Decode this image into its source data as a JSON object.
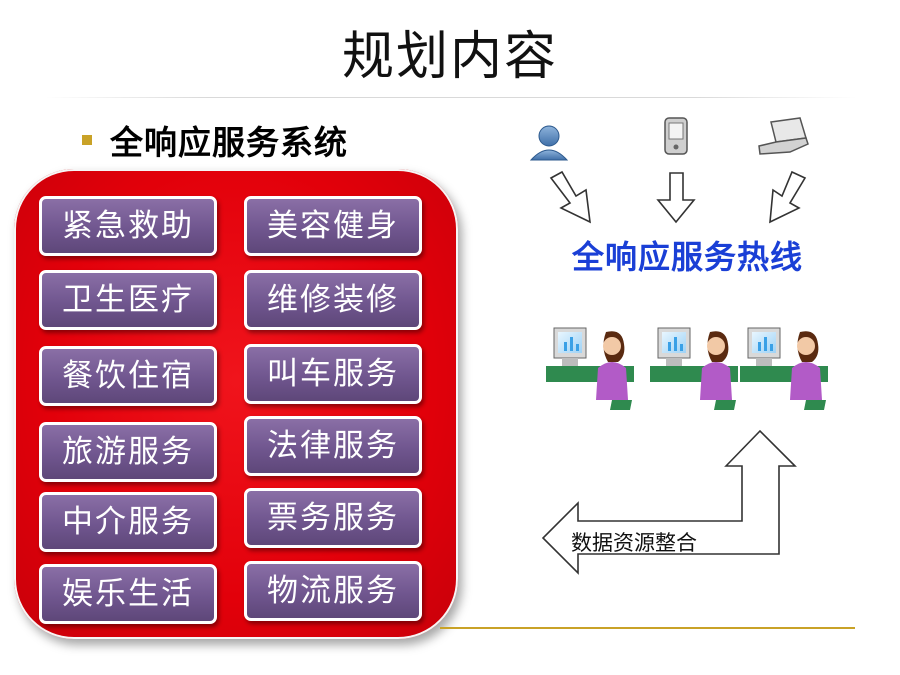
{
  "title": "规划内容",
  "subtitle": "全响应服务系统",
  "services": [
    [
      "紧急救助",
      "美容健身"
    ],
    [
      "卫生医疗",
      "维修装修"
    ],
    [
      "餐饮住宿",
      "叫车服务"
    ],
    [
      "旅游服务",
      "法律服务"
    ],
    [
      "中介服务",
      "票务服务"
    ],
    [
      "娱乐生活",
      "物流服务"
    ]
  ],
  "hotline": "全响应服务热线",
  "data_integration": "数据资源整合",
  "icons": [
    "user-icon",
    "pda-icon",
    "laptop-icon",
    "operator-icon",
    "operator-icon",
    "operator-icon"
  ],
  "colors": {
    "panel_red": "#e2000a",
    "button_purple": "#70568f",
    "hotline_blue": "#1a3fd6",
    "bullet_gold": "#c9a227"
  }
}
